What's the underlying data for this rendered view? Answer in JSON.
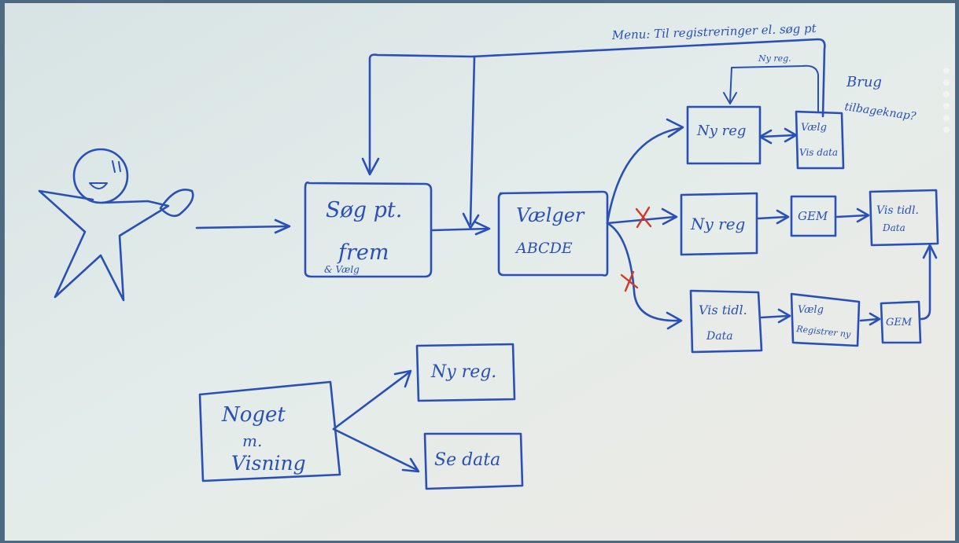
{
  "menu_note": "Menu: Til registreringer el. søg pt",
  "ny_reg_loop_label": "Ny reg.",
  "brug_note_line1": "Brug",
  "brug_note_line2": "tilbageknap?",
  "boxes": {
    "soeg": {
      "line1": "Søg pt.",
      "line2": "frem",
      "line3": "& Vælg"
    },
    "vaelger": {
      "line1": "Vælger",
      "line2": "ABCDE"
    },
    "ny_reg_top": {
      "line1": "Ny reg"
    },
    "vaelg_top": {
      "line1": "Vælg",
      "line2": "Vis data"
    },
    "ny_reg_mid": {
      "line1": "Ny reg"
    },
    "gem_mid": {
      "line1": "GEM"
    },
    "vis_tidl_mid": {
      "line1": "Vis tidl.",
      "line2": "Data"
    },
    "vis_tidl_low": {
      "line1": "Vis tidl.",
      "line2": "Data"
    },
    "vaelg_low": {
      "line1": "Vælg",
      "line2": "Registrer ny"
    },
    "gem_low": {
      "line1": "GEM"
    },
    "noget": {
      "line1": "Noget",
      "line2": "m.",
      "line3": "Visning"
    },
    "ny_reg_bottom": {
      "line1": "Ny reg."
    },
    "se_data": {
      "line1": "Se data"
    }
  },
  "colors": {
    "board": "#e6efec",
    "ink": "#2a50b8",
    "cross": "#d03a2a",
    "frame": "#4e6a82"
  }
}
